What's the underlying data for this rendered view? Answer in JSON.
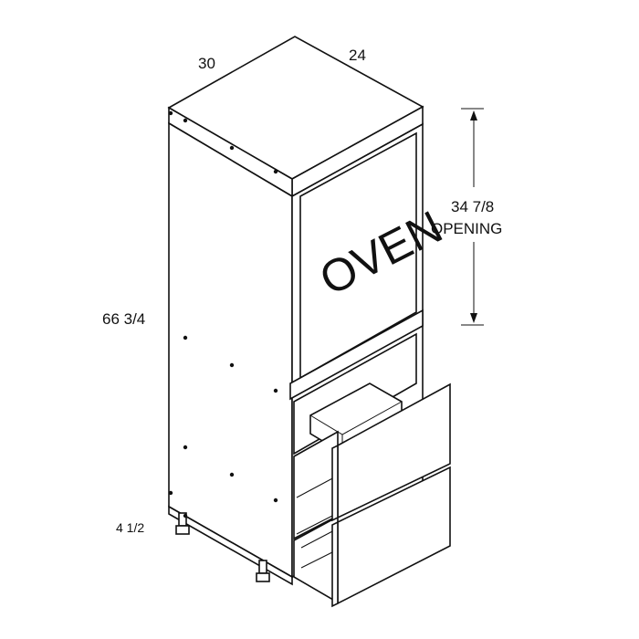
{
  "drawing": {
    "label_overall_width": "30",
    "label_depth": "24",
    "label_height": "66 3/4",
    "label_toe_kick": "4 1/2",
    "label_opening_value": "34 7/8",
    "label_opening_word": "OPENING",
    "label_appliance": "OVEN"
  },
  "colors": {
    "line": "#111111",
    "background": "#ffffff"
  }
}
